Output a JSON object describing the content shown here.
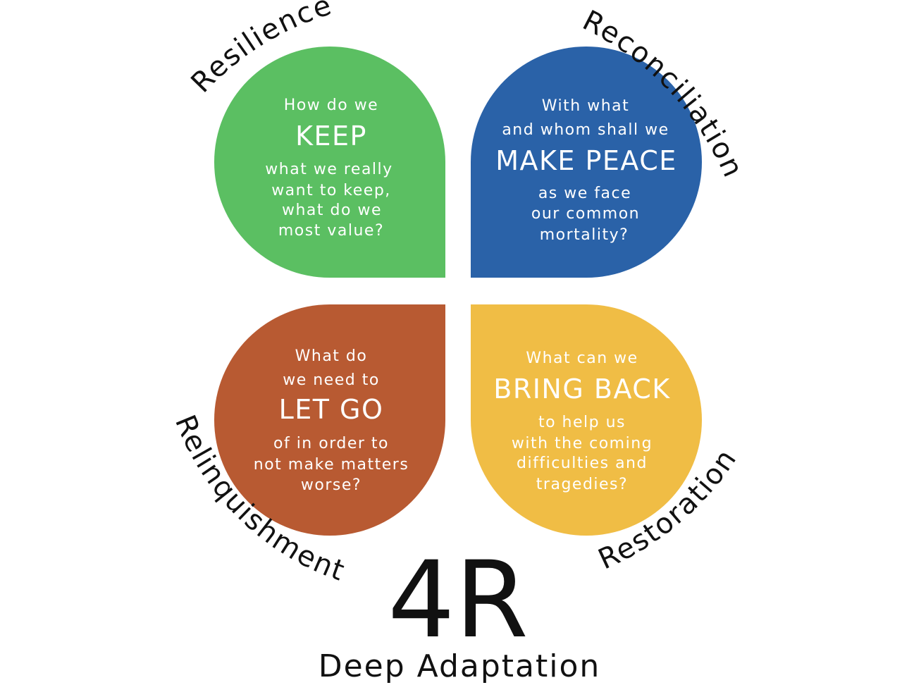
{
  "colors": {
    "green": "#5bbf62",
    "blue": "#2a62a8",
    "rust": "#b85a32",
    "yellow": "#f0bd45",
    "text_dark": "#111111"
  },
  "labels": {
    "resilience": "Resilience",
    "reconciliation": "Reconciliation",
    "relinquishment": "Relinquishment",
    "restoration": "Restoration"
  },
  "petals": {
    "keep": {
      "line1": "How do we",
      "keyword": "KEEP",
      "line2": "what we really",
      "line3": "want to keep,",
      "line4": "what do we",
      "line5": "most value?"
    },
    "peace": {
      "line1": "With what",
      "line2": "and whom shall we",
      "keyword": "MAKE PEACE",
      "line3": "as we face",
      "line4": "our common",
      "line5": "mortality?"
    },
    "letgo": {
      "line1": "What do",
      "line2": "we need to",
      "keyword": "LET GO",
      "line3": "of in order to",
      "line4": "not make matters",
      "line5": "worse?"
    },
    "bringback": {
      "line1": "What can we",
      "keyword": "BRING BACK",
      "line2": "to help us",
      "line3": "with the coming",
      "line4": "difficulties and",
      "line5": "tragedies?"
    }
  },
  "title": "4R",
  "subtitle": "Deep Adaptation"
}
